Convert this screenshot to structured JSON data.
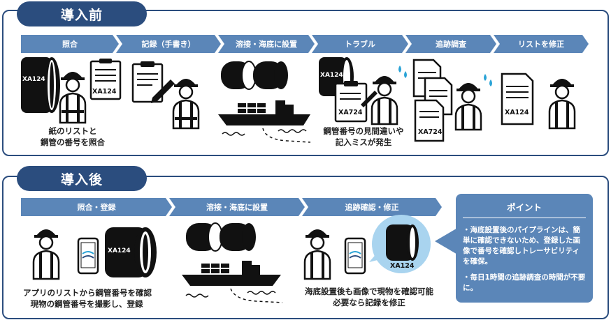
{
  "before": {
    "tab_label": "導入前",
    "steps": [
      "照合",
      "記録（手書き）",
      "溶接・海底に設置",
      "トラブル",
      "追跡調査",
      "リストを修正"
    ],
    "captions": {
      "collate": [
        "紙のリストと",
        "鋼管の番号を照合"
      ],
      "trouble": [
        "鋼管番号の見間違いや",
        "記入ミスが発生"
      ]
    },
    "labels": {
      "pipe": "XA124",
      "paper": "XA124",
      "trouble_pipe": "XA124",
      "trouble_paper": "XA724",
      "tracking_paper": "XA724",
      "list_paper": "XA124"
    }
  },
  "after": {
    "tab_label": "導入後",
    "steps": [
      "照合・登録",
      "溶接・海底に設置",
      "追跡確認・修正"
    ],
    "captions": {
      "register": [
        "アプリのリストから鋼管番号を確認",
        "現物の鋼管番号を撮影し、登録"
      ],
      "confirm": [
        "海底設置後も画像で現物を確認可能",
        "必要なら記録を修正"
      ]
    },
    "labels": {
      "pipe": "XA124",
      "circle_pipe": "XA124"
    }
  },
  "point": {
    "title": "ポイント",
    "items": [
      "・海底設置後のパイプラインは、簡単に確認できないため、登録した画像で番号を確認しトレーサビリティを確保。",
      "・毎日1時間の追跡調査の時間が不要に。"
    ]
  },
  "colors": {
    "navy": "#2b4d7e",
    "step_blue": "#5b86b8",
    "accent_cyan": "#2aa3d6"
  }
}
